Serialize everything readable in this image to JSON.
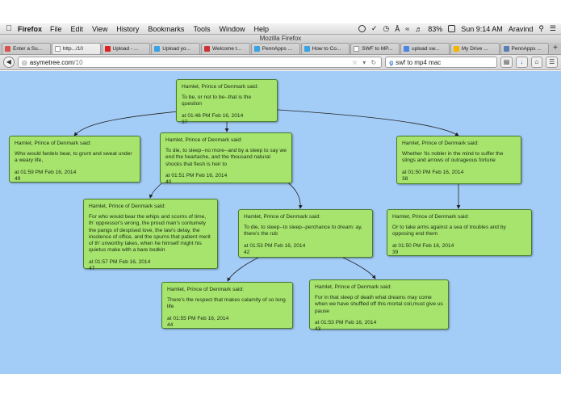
{
  "menubar": {
    "app": "Firefox",
    "items": [
      "File",
      "Edit",
      "View",
      "History",
      "Bookmarks",
      "Tools",
      "Window",
      "Help"
    ],
    "battery": "83%",
    "clock": "Sun 9:14 AM",
    "user": "Aravind"
  },
  "window": {
    "title": "Mozilla Firefox"
  },
  "tabs": [
    {
      "label": "Enter a Su...",
      "color": "#d9534f"
    },
    {
      "label": "http.../10",
      "color": "#ffffff",
      "active": true
    },
    {
      "label": "Upload - ...",
      "color": "#e02020"
    },
    {
      "label": "Upload yo...",
      "color": "#3aa3e3"
    },
    {
      "label": "Welcome t...",
      "color": "#c33"
    },
    {
      "label": "PennApps ...",
      "color": "#3aa3e3"
    },
    {
      "label": "How to Co...",
      "color": "#3aa3e3"
    },
    {
      "label": "SWF to MP...",
      "color": "#ffffff"
    },
    {
      "label": "upload sw...",
      "color": "#4a86e8"
    },
    {
      "label": "My Drive ...",
      "color": "#f4b400"
    },
    {
      "label": "PennApps ...",
      "color": "#5a7fb5"
    }
  ],
  "navbar": {
    "url_host": "asymetree.com",
    "url_path": "/10",
    "search_value": "swf to mp4 mac"
  },
  "tree": {
    "nodes": [
      {
        "id": "37",
        "speaker": "Hamlet, Prince of Denmark said:",
        "text": "To be, or not to be--that is the question",
        "time": "at 01:46 PM Feb 16, 2014",
        "num": "37"
      },
      {
        "id": "49",
        "speaker": "Hamlet, Prince of Denmark said:",
        "text": "Who would fardels bear, to grunt and sweat under a weary life,",
        "time": "at 01:59 PM Feb 16, 2014",
        "num": "49"
      },
      {
        "id": "40",
        "speaker": "Hamlet, Prince of Denmark said:",
        "text": "To die, to sleep--no more--and by a sleep to say we end the heartache, and the thousand natural shocks that flesh is heir to",
        "time": "at 01:51 PM Feb 16, 2014",
        "num": "40"
      },
      {
        "id": "38",
        "speaker": "Hamlet, Prince of Denmark said:",
        "text": "Whether 'tis nobler in the mind to suffer the slings and arrows of outrageous fortune",
        "time": "at 01:50 PM Feb 16, 2014",
        "num": "38"
      },
      {
        "id": "47",
        "speaker": "Hamlet, Prince of Denmark said:",
        "text": "For who would bear the whips and scorns of time, th' oppressor's wrong, the proud man's contumely the pangs of despised love, the law's delay, the insolence of office, and the spurns that patient merit of th' unworthy takes, when he himself might his quietus make with a bare bodkin",
        "time": "at 01:57 PM Feb 16, 2014",
        "num": "47"
      },
      {
        "id": "42",
        "speaker": "Hamlet, Prince of Denmark said:",
        "text": "To die, to sleep--to sleep--perchance to dream: ay, there's the rub",
        "time": "at 01:53 PM Feb 16, 2014",
        "num": "42"
      },
      {
        "id": "39",
        "speaker": "Hamlet, Prince of Denmark said:",
        "text": "Or to take arms against a sea of troubles and by opposing end them",
        "time": "at 01:50 PM Feb 16, 2014",
        "num": "39"
      },
      {
        "id": "44",
        "speaker": "Hamlet, Prince of Denmark said:",
        "text": "There's the respect that makes calamity of so long life",
        "time": "at 01:55 PM Feb 16, 2014",
        "num": "44"
      },
      {
        "id": "43",
        "speaker": "Hamlet, Prince of Denmark said:",
        "text": "For in that sleep of death what dreams may come when we have shuffled off this mortal coil,must give us pause",
        "time": "at 01:53 PM Feb 16, 2014",
        "num": "43"
      }
    ]
  }
}
